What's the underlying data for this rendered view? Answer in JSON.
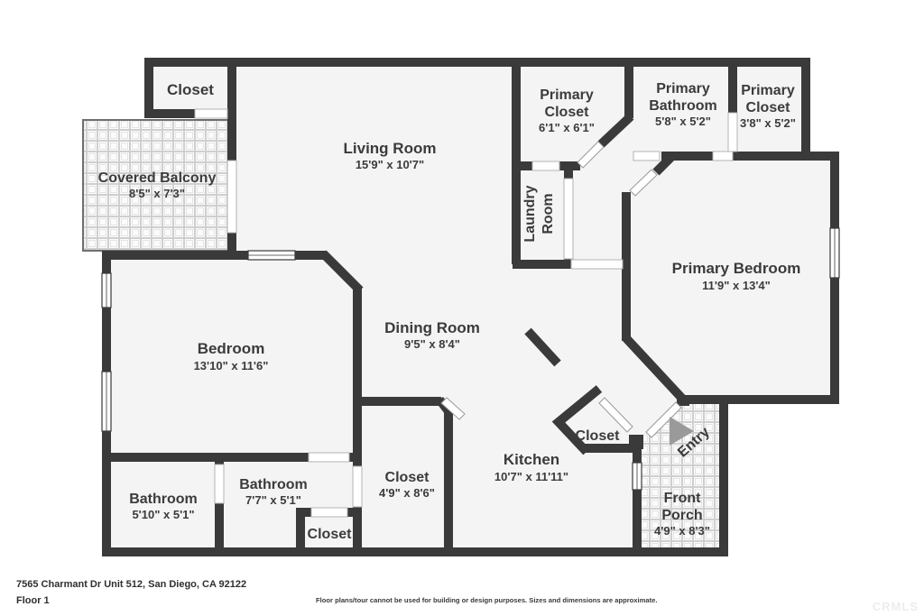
{
  "footer": {
    "address_line": "7565 Charmant Dr Unit 512, San Diego, CA 92122",
    "floor_label": "Floor 1",
    "disclaimer": "Floor plans/tour cannot be used for building or design purposes. Sizes and dimensions are approximate.",
    "watermark": "CRMLS"
  },
  "colors": {
    "wall": "#3a3a3a",
    "floor": "#f4f4f4",
    "page": "#ffffff",
    "entry_arrow": "#9a9a9a"
  },
  "rooms": {
    "closet_top_left": {
      "name": "Closet"
    },
    "covered_balcony": {
      "name": "Covered Balcony",
      "dims": "8'5\" x 7'3\""
    },
    "living_room": {
      "name": "Living Room",
      "dims": "15'9\" x 10'7\""
    },
    "primary_closet_a": {
      "line1": "Primary",
      "line2": "Closet",
      "dims": "6'1\" x 6'1\""
    },
    "primary_bathroom": {
      "line1": "Primary",
      "line2": "Bathroom",
      "dims": "5'8\" x 5'2\""
    },
    "primary_closet_b": {
      "line1": "Primary",
      "line2": "Closet",
      "dims": "3'8\" x 5'2\""
    },
    "laundry_room": {
      "line1": "Laundry",
      "line2": "Room"
    },
    "primary_bedroom": {
      "name": "Primary Bedroom",
      "dims": "11'9\" x 13'4\""
    },
    "bedroom": {
      "name": "Bedroom",
      "dims": "13'10\" x 11'6\""
    },
    "dining_room": {
      "name": "Dining Room",
      "dims": "9'5\" x 8'4\""
    },
    "kitchen": {
      "name": "Kitchen",
      "dims": "10'7\" x 11'11\""
    },
    "closet_hall": {
      "name": "Closet"
    },
    "entry": {
      "name": "Entry"
    },
    "front_porch": {
      "line1": "Front",
      "line2": "Porch",
      "dims": "4'9\" x 8'3\""
    },
    "closet_mid": {
      "name": "Closet",
      "dims": "4'9\" x 8'6\""
    },
    "bathroom_a": {
      "name": "Bathroom",
      "dims": "5'10\" x 5'1\""
    },
    "bathroom_b": {
      "name": "Bathroom",
      "dims": "7'7\" x 5'1\""
    },
    "closet_small": {
      "name": "Closet"
    }
  }
}
